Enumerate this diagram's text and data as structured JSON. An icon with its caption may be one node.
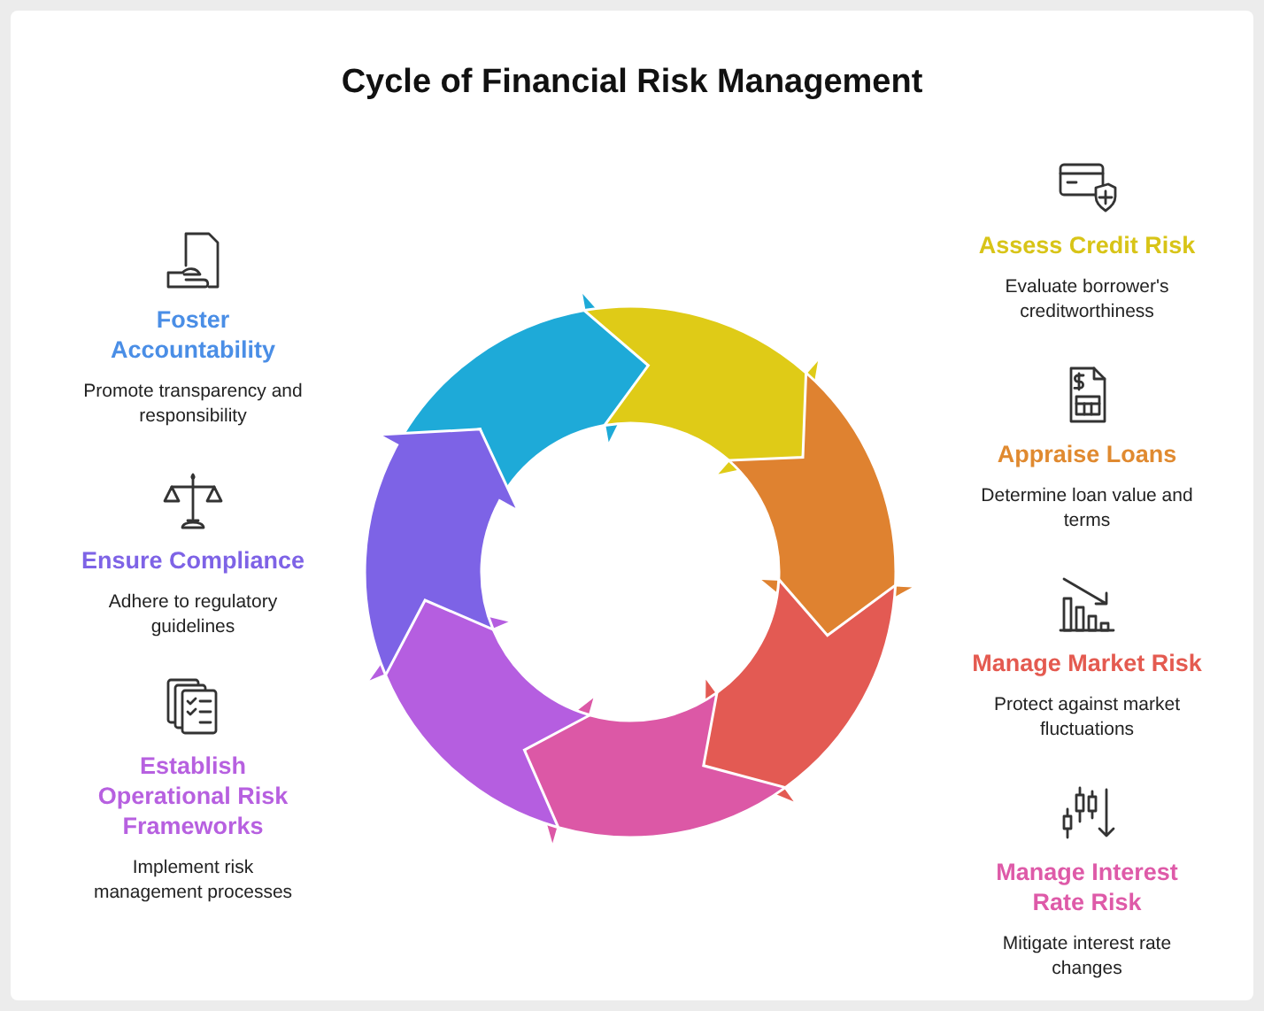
{
  "diagram": {
    "title": "Cycle of Financial Risk Management",
    "nodes": [
      {
        "text": [
          "Assess Credit Risk",
          "Evaluate borrower's creditworthiness"
        ]
      },
      {
        "text": [
          "Appraise Loans",
          "Determine loan value and terms"
        ]
      },
      {
        "text": [
          "Manage Market Risk",
          "Protect against market fluctuations"
        ]
      },
      {
        "text": [
          "Manage Interest Rate Risk",
          "Mitigate interest rate changes"
        ]
      },
      {
        "text": [
          "Establish Operational Risk Frameworks",
          "Implement risk management processes"
        ]
      },
      {
        "text": [
          "Ensure Compliance",
          "Adhere to regulatory guidelines"
        ]
      },
      {
        "text": [
          "Foster Accountability",
          "Promote transparency and responsibility"
        ]
      }
    ]
  }
}
